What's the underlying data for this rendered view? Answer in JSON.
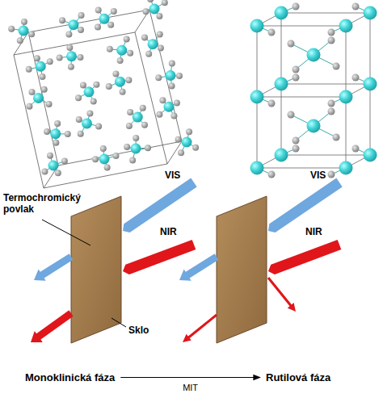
{
  "diagram": {
    "nodes": [
      {
        "text": [
          "Monoklinická fáza"
        ]
      },
      {
        "text": [
          "Rutilová fáza"
        ]
      }
    ],
    "edges": [
      {
        "from": 0,
        "to": 1,
        "arrow": "to",
        "label": "MIT"
      }
    ],
    "labels": [
      "Termochromický povlak",
      "VIS",
      "NIR",
      "Sklo",
      "VIS",
      "NIR"
    ]
  }
}
